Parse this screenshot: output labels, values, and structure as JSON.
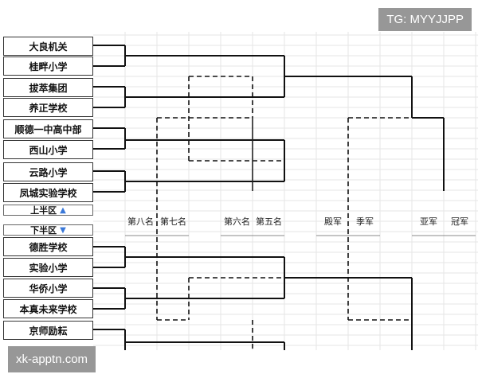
{
  "teams_upper": [
    "大良机关",
    "桂畔小学",
    "拔萃集团",
    "养正学校",
    "顺德一中高中部",
    "西山小学",
    "云路小学",
    "凤城实验学校"
  ],
  "teams_lower": [
    "德胜学校",
    "实验小学",
    "华侨小学",
    "本真未来学校",
    "京师励耘"
  ],
  "halves": {
    "upper": "上半区",
    "lower": "下半区"
  },
  "places": {
    "eighth": "第八名",
    "seventh": "第七名",
    "sixth": "第六名",
    "fifth": "第五名",
    "fourth": "殿军",
    "third": "季军",
    "second": "亚军",
    "first": "冠军"
  },
  "watermarks": {
    "tg": "TG: MYYJJPP",
    "site": "xk-apptn.com"
  },
  "icons": {
    "up": "arrow-up-icon",
    "down": "arrow-down-icon"
  }
}
